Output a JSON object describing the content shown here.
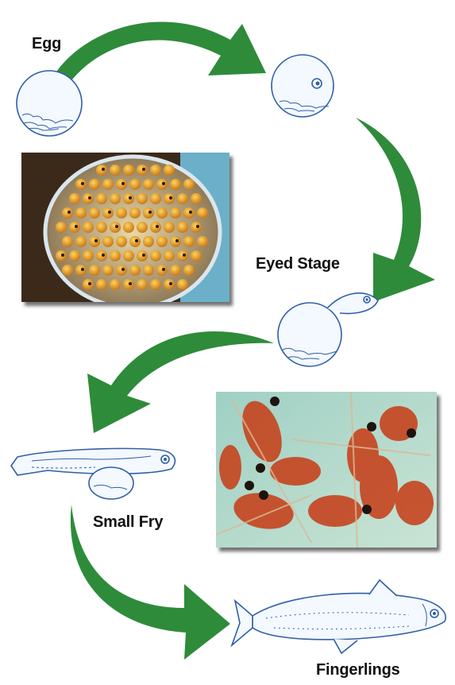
{
  "labels": {
    "egg": "Egg",
    "eyed_stage": "Eyed Stage",
    "small_fry": "Small Fry",
    "fingerlings": "Fingerlings"
  },
  "colors": {
    "arrow": "#2e8b3a",
    "sketch": "#2f5fa8",
    "background": "#ffffff"
  }
}
